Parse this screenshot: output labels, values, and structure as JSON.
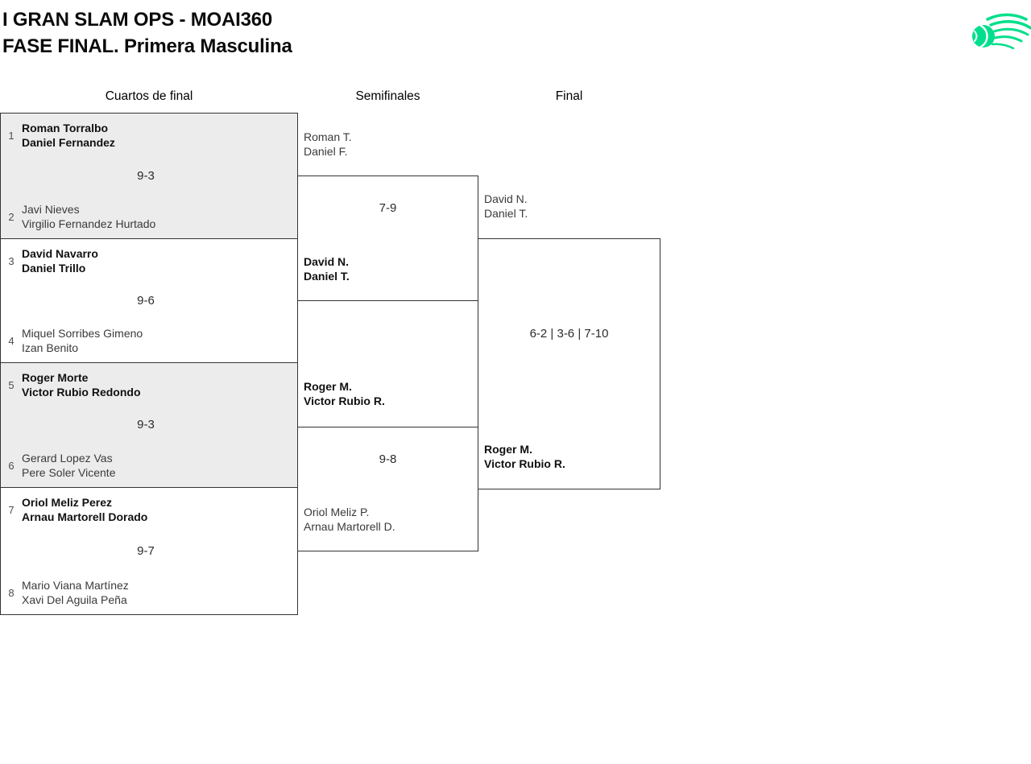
{
  "header": {
    "title": "I GRAN SLAM OPS - MOAI360",
    "subtitle": "FASE FINAL. Primera Masculina"
  },
  "logo": {
    "name": "tennis-ball-swoosh",
    "color": "#00df8b"
  },
  "columns": {
    "quarterfinals": "Cuartos de final",
    "semifinals": "Semifinales",
    "final": "Final"
  },
  "quarterfinals": [
    {
      "seed_top": "1",
      "top": {
        "player1": "Roman Torralbo",
        "player2": "Daniel Fernandez",
        "winner": true
      },
      "score": "9-3",
      "seed_bottom": "2",
      "bottom": {
        "player1": "Javi Nieves",
        "player2": "Virgilio Fernandez Hurtado",
        "winner": false
      }
    },
    {
      "seed_top": "3",
      "top": {
        "player1": "David Navarro",
        "player2": "Daniel Trillo",
        "winner": true
      },
      "score": "9-6",
      "seed_bottom": "4",
      "bottom": {
        "player1": "Miquel Sorribes Gimeno",
        "player2": "Izan Benito",
        "winner": false
      }
    },
    {
      "seed_top": "5",
      "top": {
        "player1": "Roger Morte",
        "player2": "Victor Rubio Redondo",
        "winner": true
      },
      "score": "9-3",
      "seed_bottom": "6",
      "bottom": {
        "player1": "Gerard Lopez Vas",
        "player2": "Pere Soler Vicente",
        "winner": false
      }
    },
    {
      "seed_top": "7",
      "top": {
        "player1": "Oriol Meliz Perez",
        "player2": "Arnau Martorell Dorado",
        "winner": true
      },
      "score": "9-7",
      "seed_bottom": "8",
      "bottom": {
        "player1": "Mario Viana Martínez",
        "player2": "Xavi Del Aguila Peña",
        "winner": false
      }
    }
  ],
  "semifinals": [
    {
      "top": {
        "player1": "Roman T.",
        "player2": "Daniel F.",
        "winner": false
      },
      "score": "7-9",
      "bottom": {
        "player1": "David N.",
        "player2": "Daniel T.",
        "winner": true
      }
    },
    {
      "top": {
        "player1": "Roger M.",
        "player2": "Victor Rubio R.",
        "winner": true
      },
      "score": "9-8",
      "bottom": {
        "player1": "Oriol Meliz P.",
        "player2": "Arnau Martorell D.",
        "winner": false
      }
    }
  ],
  "final": {
    "top": {
      "player1": "David N.",
      "player2": "Daniel T.",
      "winner": false
    },
    "score": "6-2 | 3-6 | 7-10",
    "bottom": {
      "player1": "Roger M.",
      "player2": "Victor Rubio R.",
      "winner": true
    }
  },
  "colors": {
    "accent": "#00df8b",
    "box_fill": "#ececec",
    "border": "#333333"
  }
}
